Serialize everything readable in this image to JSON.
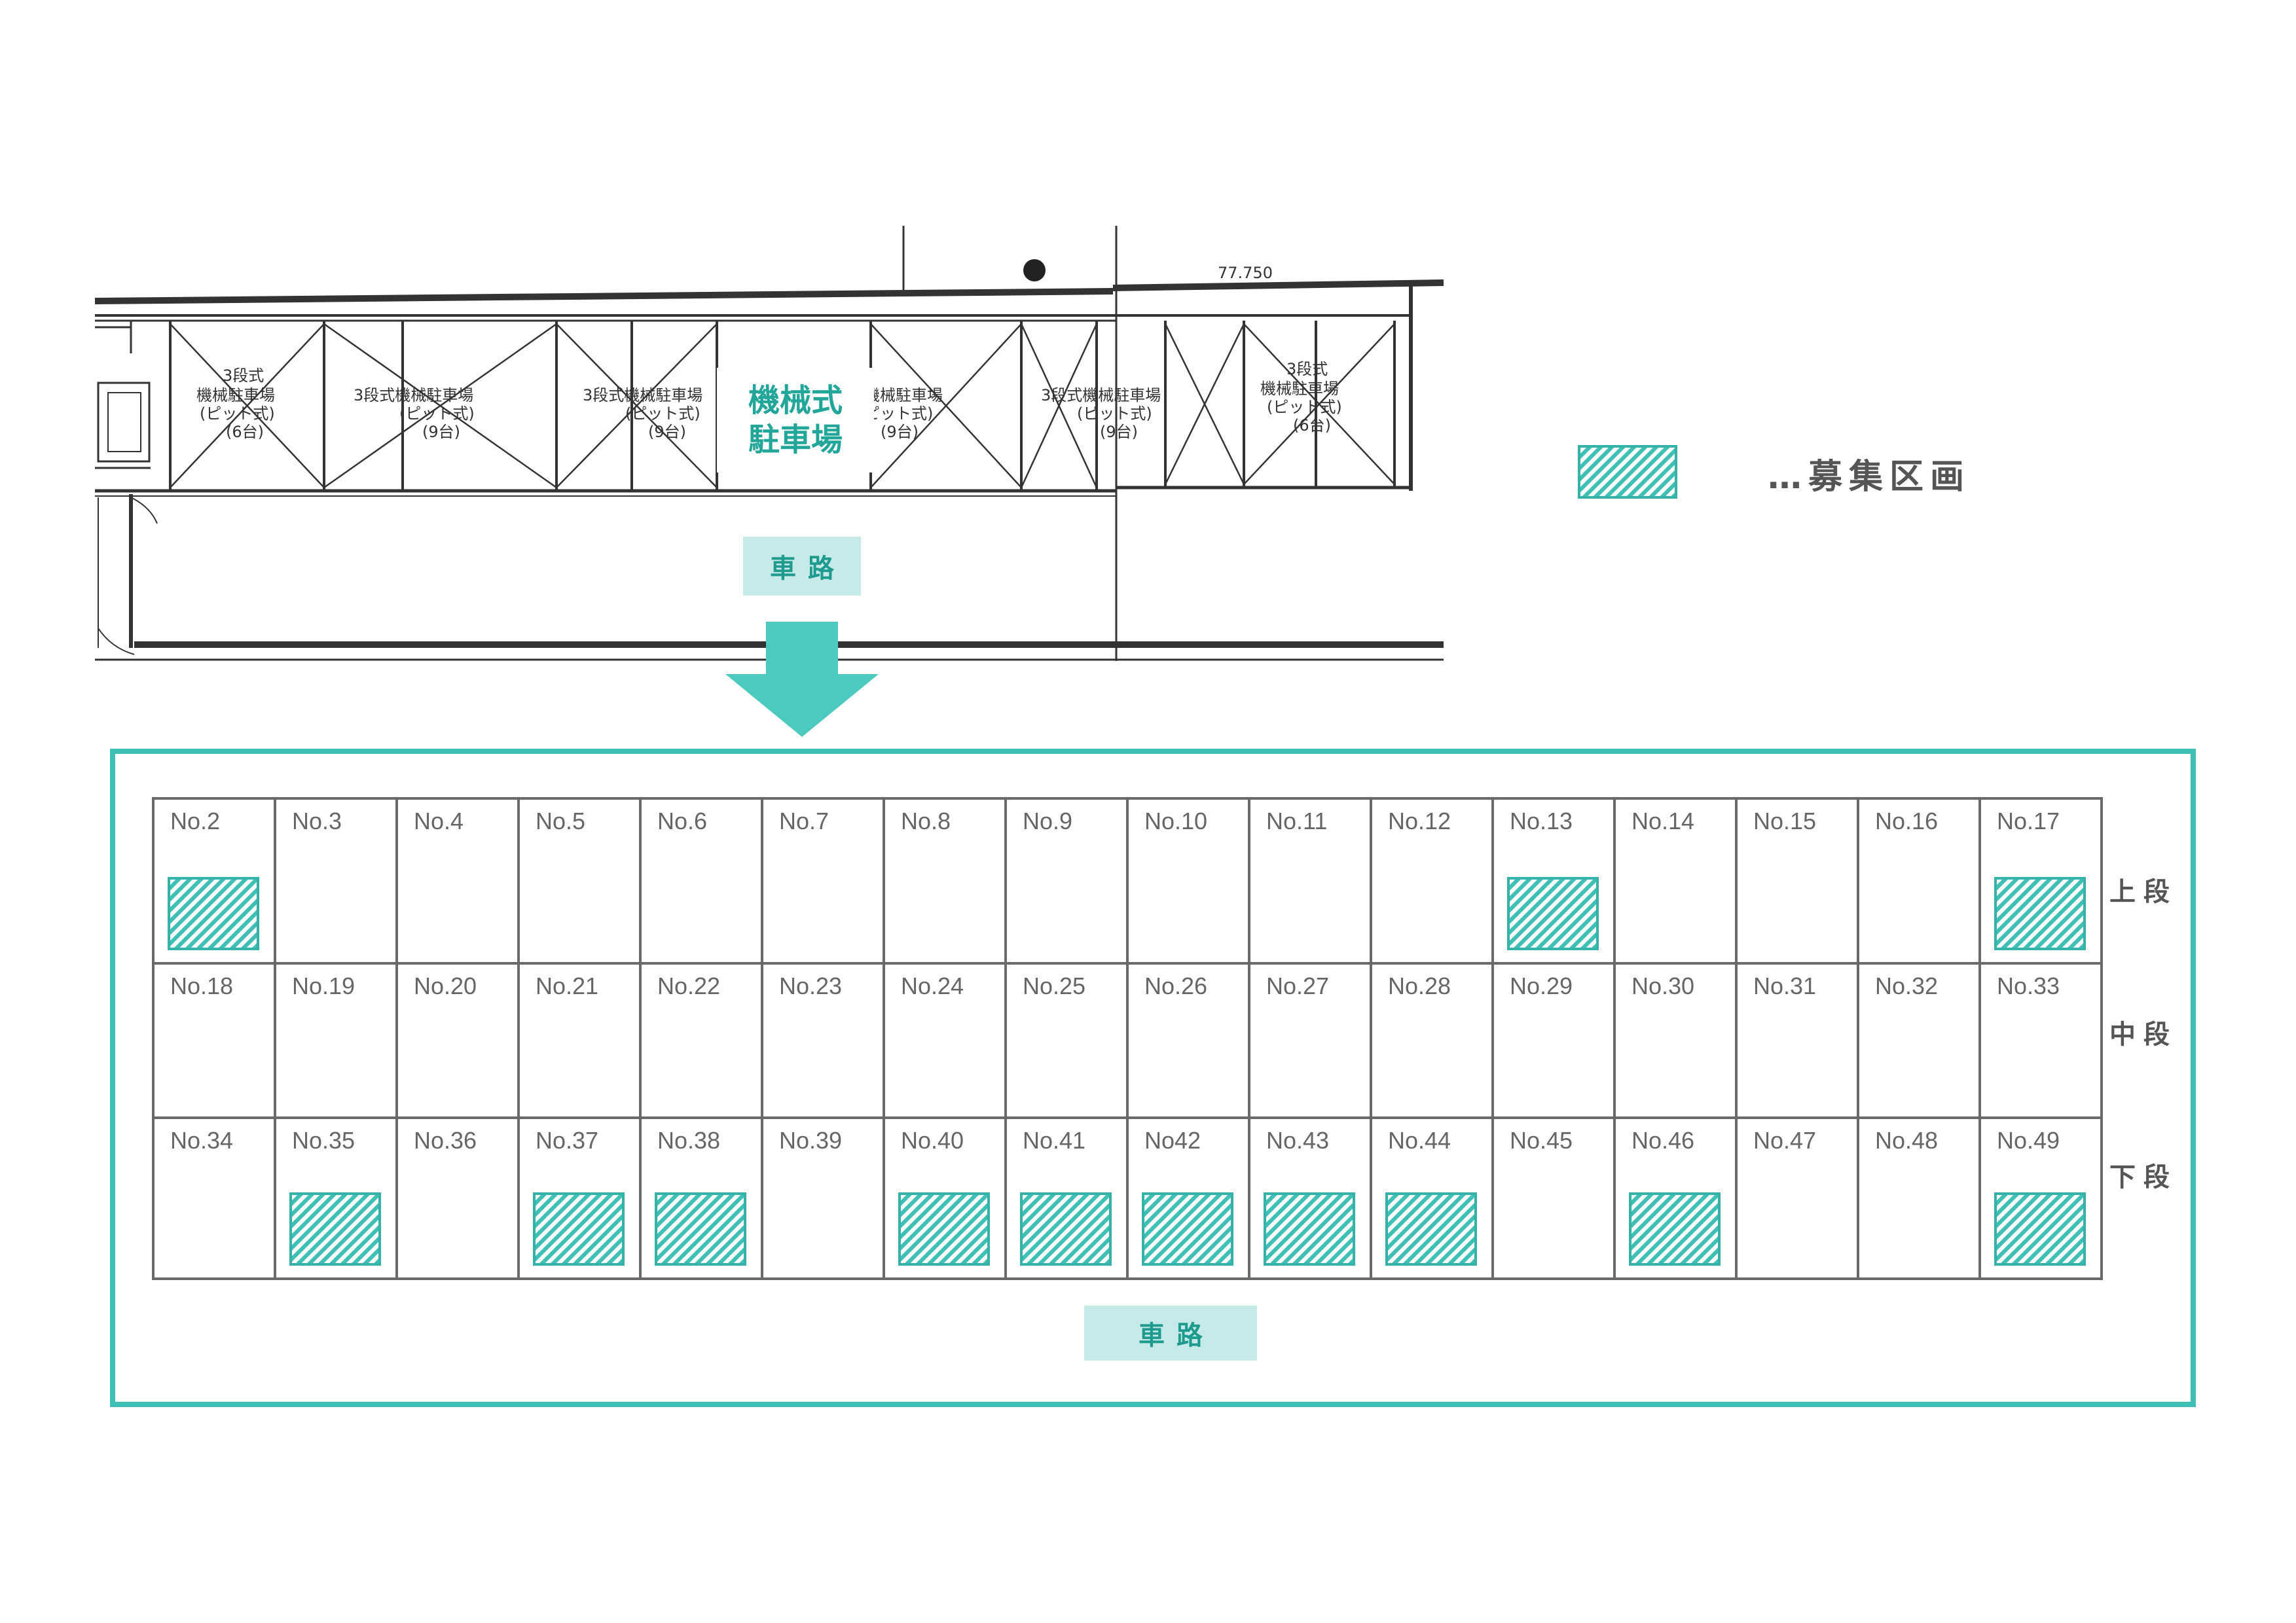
{
  "plan": {
    "center_label_line1": "機械式",
    "center_label_line2": "駐車場",
    "road_label": "車路",
    "sketch_labels": [
      {
        "id": "s1",
        "text": "3段式"
      },
      {
        "id": "s2",
        "text": "機械駐車場"
      },
      {
        "id": "s3",
        "text": "(ピット式)"
      },
      {
        "id": "s4",
        "text": "(6台)"
      },
      {
        "id": "s5",
        "text": "3段式機械駐車場"
      },
      {
        "id": "s6",
        "text": "(ピット式)"
      },
      {
        "id": "s7",
        "text": "(9台)"
      },
      {
        "id": "s8",
        "text": "3段式機械駐車場"
      },
      {
        "id": "s9",
        "text": "(ピット式)"
      },
      {
        "id": "s10",
        "text": "(9台)"
      },
      {
        "id": "s11",
        "text": "機械駐車場"
      },
      {
        "id": "s12",
        "text": "ピット式)"
      },
      {
        "id": "s13",
        "text": "(9台)"
      },
      {
        "id": "s14",
        "text": "3段式機械駐車場"
      },
      {
        "id": "s15",
        "text": "(ピット式)"
      },
      {
        "id": "s16",
        "text": "(9台)"
      },
      {
        "id": "s17",
        "text": "3段式"
      },
      {
        "id": "s18",
        "text": "機械駐車場"
      },
      {
        "id": "s19",
        "text": "(ピット式)"
      },
      {
        "id": "s20",
        "text": "(6台)"
      },
      {
        "id": "s21",
        "text": "77.750"
      }
    ]
  },
  "legend": {
    "label": "…募集区画",
    "swatch_color": "#3fc0b5"
  },
  "layout": {
    "road_label": "車路",
    "tiers": [
      {
        "label": "上段",
        "slots": [
          {
            "label": "No.2",
            "recruiting": true
          },
          {
            "label": "No.3",
            "recruiting": false
          },
          {
            "label": "No.4",
            "recruiting": false
          },
          {
            "label": "No.5",
            "recruiting": false
          },
          {
            "label": "No.6",
            "recruiting": false
          },
          {
            "label": "No.7",
            "recruiting": false
          },
          {
            "label": "No.8",
            "recruiting": false
          },
          {
            "label": "No.9",
            "recruiting": false
          },
          {
            "label": "No.10",
            "recruiting": false
          },
          {
            "label": "No.11",
            "recruiting": false
          },
          {
            "label": "No.12",
            "recruiting": false
          },
          {
            "label": "No.13",
            "recruiting": true
          },
          {
            "label": "No.14",
            "recruiting": false
          },
          {
            "label": "No.15",
            "recruiting": false
          },
          {
            "label": "No.16",
            "recruiting": false
          },
          {
            "label": "No.17",
            "recruiting": true
          }
        ]
      },
      {
        "label": "中段",
        "slots": [
          {
            "label": "No.18",
            "recruiting": false
          },
          {
            "label": "No.19",
            "recruiting": false
          },
          {
            "label": "No.20",
            "recruiting": false
          },
          {
            "label": "No.21",
            "recruiting": false
          },
          {
            "label": "No.22",
            "recruiting": false
          },
          {
            "label": "No.23",
            "recruiting": false
          },
          {
            "label": "No.24",
            "recruiting": false
          },
          {
            "label": "No.25",
            "recruiting": false
          },
          {
            "label": "No.26",
            "recruiting": false
          },
          {
            "label": "No.27",
            "recruiting": false
          },
          {
            "label": "No.28",
            "recruiting": false
          },
          {
            "label": "No.29",
            "recruiting": false
          },
          {
            "label": "No.30",
            "recruiting": false
          },
          {
            "label": "No.31",
            "recruiting": false
          },
          {
            "label": "No.32",
            "recruiting": false
          },
          {
            "label": "No.33",
            "recruiting": false
          }
        ]
      },
      {
        "label": "下段",
        "slots": [
          {
            "label": "No.34",
            "recruiting": false
          },
          {
            "label": "No.35",
            "recruiting": true
          },
          {
            "label": "No.36",
            "recruiting": false
          },
          {
            "label": "No.37",
            "recruiting": true
          },
          {
            "label": "No.38",
            "recruiting": true
          },
          {
            "label": "No.39",
            "recruiting": false
          },
          {
            "label": "No.40",
            "recruiting": true
          },
          {
            "label": "No.41",
            "recruiting": true
          },
          {
            "label": "No42",
            "recruiting": true
          },
          {
            "label": "No.43",
            "recruiting": true
          },
          {
            "label": "No.44",
            "recruiting": true
          },
          {
            "label": "No.45",
            "recruiting": false
          },
          {
            "label": "No.46",
            "recruiting": true
          },
          {
            "label": "No.47",
            "recruiting": false
          },
          {
            "label": "No.48",
            "recruiting": false
          },
          {
            "label": "No.49",
            "recruiting": true
          }
        ]
      }
    ]
  }
}
